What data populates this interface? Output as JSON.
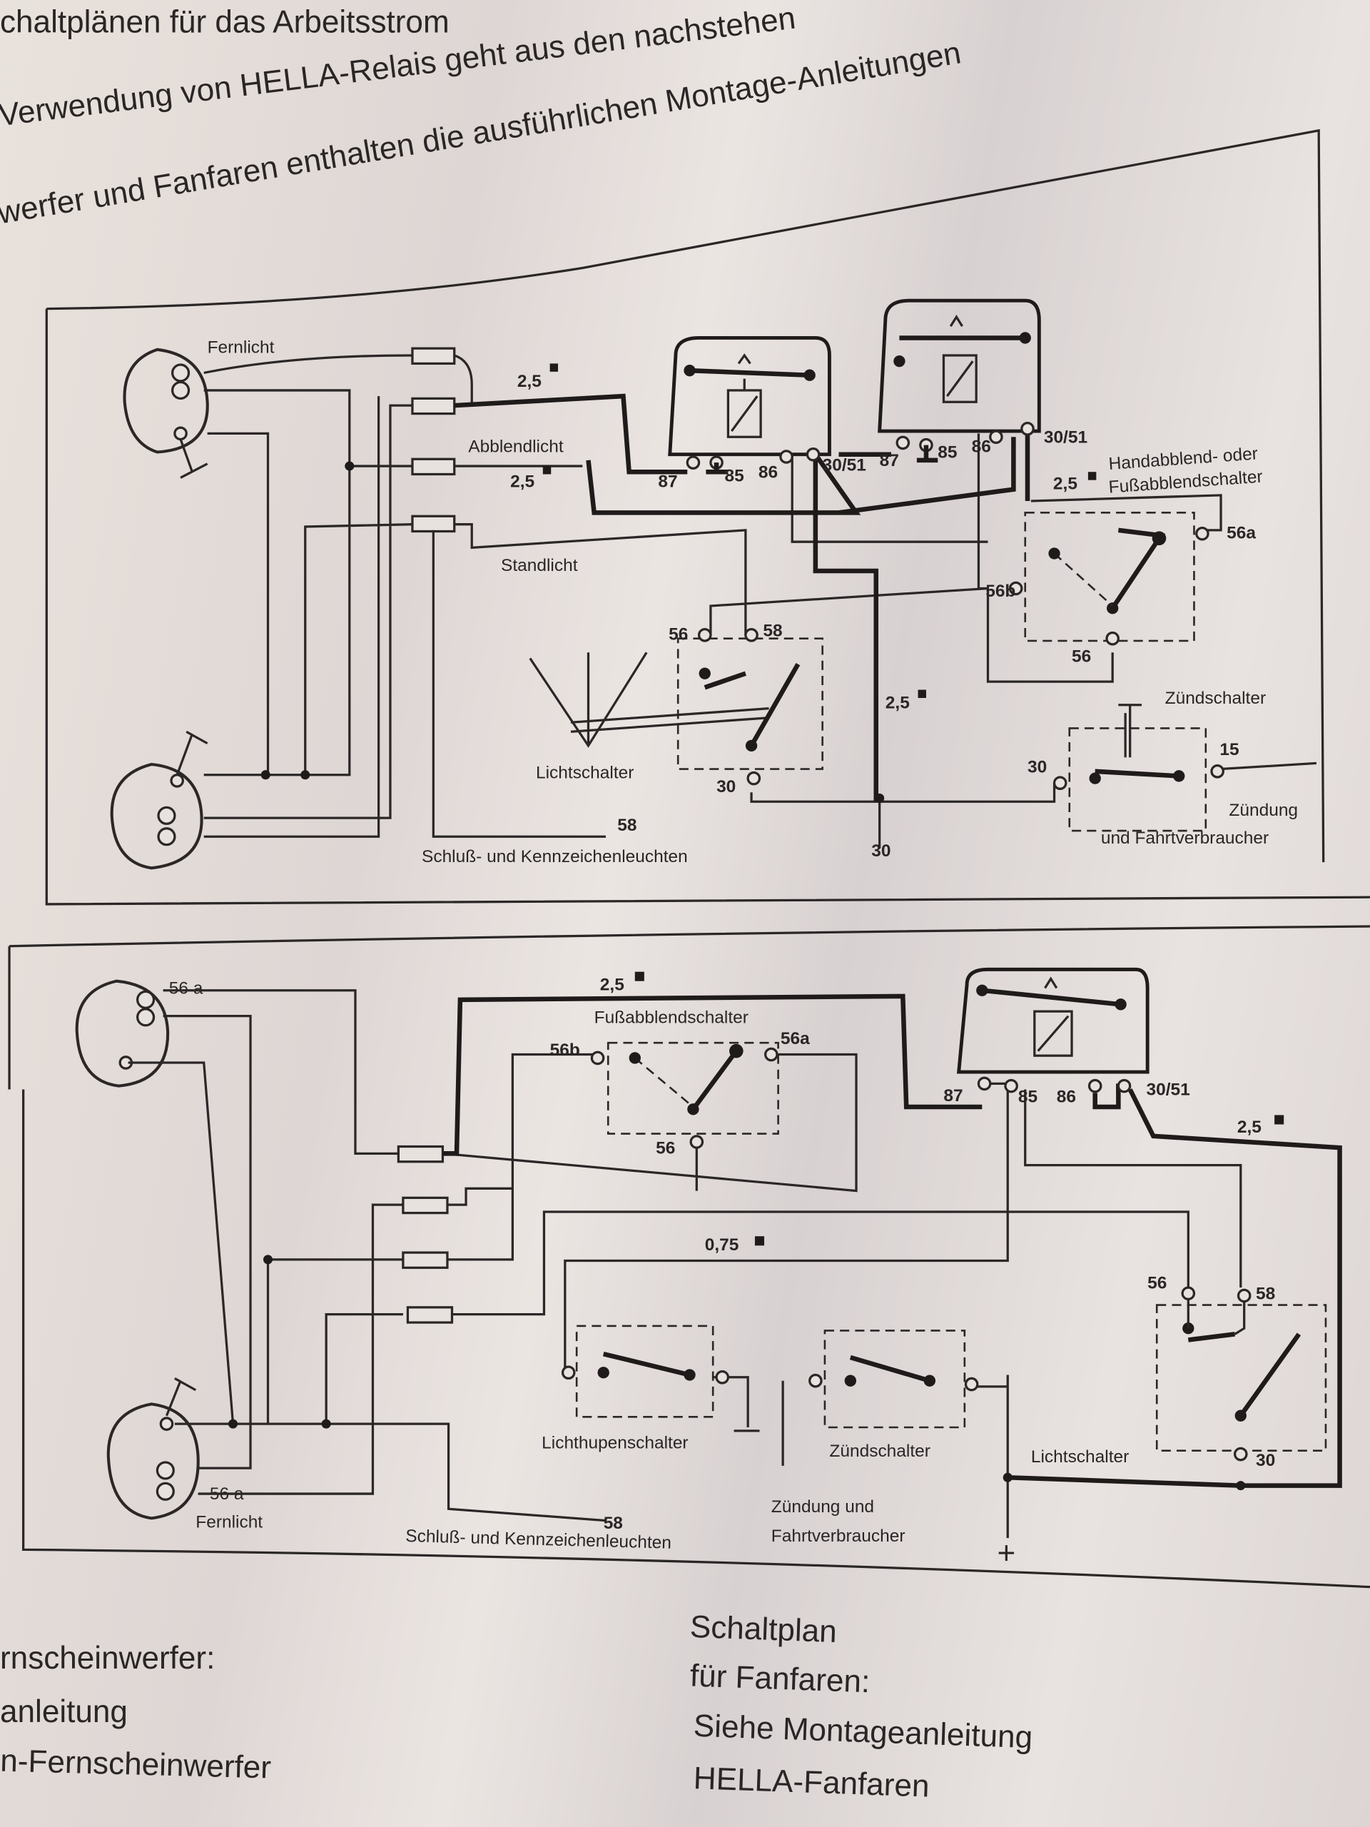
{
  "header_text": {
    "line1": "chaltplänen für das Arbeitsstrom",
    "line2": "Verwendung von HELLA-Relais geht aus den nachstehen",
    "line3": "werfer und Fanfaren enthalten die ausführlichen Montage-Anleitungen"
  },
  "diagram_top": {
    "fernlicht": "Fernlicht",
    "abblendlicht": "Abblendlicht",
    "standlicht": "Standlicht",
    "cross_section_1": "2,5",
    "cross_section_2": "2,5",
    "cross_section_3": "2,5",
    "cross_section_4": "2,5",
    "relay1_terminals": [
      "87",
      "85",
      "86",
      "30/51"
    ],
    "relay2_terminals": [
      "87",
      "85",
      "86",
      "30/51"
    ],
    "dimmer_label_1": "Handabblend- oder",
    "dimmer_label_2": "Fußabblendschalter",
    "dimmer_terminals": {
      "t56a": "56a",
      "t56b": "56b",
      "t56": "56"
    },
    "light_switch": "Lichtschalter",
    "light_switch_terminals": {
      "t56": "56",
      "t58": "58",
      "t30": "30"
    },
    "ignition_switch": "Zündschalter",
    "ignition_terminals": {
      "t30": "30",
      "t15": "15"
    },
    "ignition_label_1": "Zündung",
    "ignition_label_2": "und Fahrtverbraucher",
    "tail_terminal": "58",
    "tail_label": "Schluß- und Kennzeichenleuchten",
    "battery_terminal": "30"
  },
  "diagram_bottom": {
    "lamp_top_terminal": "56 a",
    "lamp_bottom_terminal": "56 a",
    "fernlicht": "Fernlicht",
    "cross_section_1": "2,5",
    "cross_section_2": "2,5",
    "cross_section_3": "0,75",
    "foot_dimmer": "Fußabblendschalter",
    "foot_dimmer_terminals": {
      "t56b": "56b",
      "t56a": "56a",
      "t56": "56"
    },
    "relay_terminals": [
      "87",
      "85",
      "86",
      "30/51"
    ],
    "light_switch": "Lichtschalter",
    "light_switch_terminals": {
      "t56": "56",
      "t58": "58",
      "t30": "30"
    },
    "flash_switch": "Lichthupenschalter",
    "ignition_switch": "Zündschalter",
    "ignition_label_1": "Zündung und",
    "ignition_label_2": "Fahrtverbraucher",
    "plus": "+",
    "tail_terminal": "58",
    "tail_label": "Schluß- und Kennzeichenleuchten"
  },
  "footer_text": {
    "left_1": "rnscheinwerfer:",
    "left_2": "anleitung",
    "left_3": "n-Fernscheinwerfer",
    "right_1": "Schaltplan",
    "right_2": "für Fanfaren:",
    "right_3": "Siehe Montageanleitung",
    "right_4": "HELLA-Fanfaren"
  }
}
